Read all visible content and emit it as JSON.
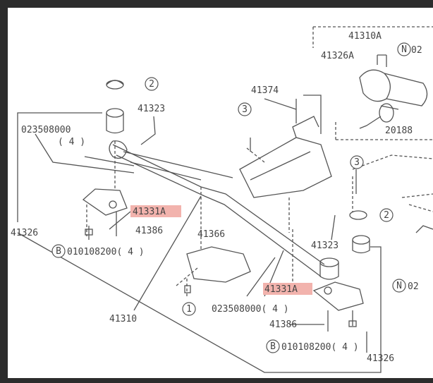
{
  "part_numbers": {
    "p41310A": "41310A",
    "p41326A": "41326A",
    "n02": "02",
    "p41374": "41374",
    "p20188": "20188",
    "p41323_top": "41323",
    "p023508000_top": "023508000",
    "qty4_top": "( 4 )",
    "p41331A_left": "41331A",
    "p41386_left": "41386",
    "bolt_left": "010108200( 4 )",
    "p41326_left": "41326",
    "p41366": "41366",
    "p41323_right": "41323",
    "p41331A_right": "41331A",
    "p41310": "41310",
    "p023508000_bot": "023508000( 4 )",
    "p41386_right": "41386",
    "bolt_right": "010108200( 4 )",
    "p41326_right": "41326",
    "n02_right": "02"
  },
  "markers": {
    "m2": "2",
    "m3": "3",
    "m1": "1",
    "mN": "N",
    "mB": "B"
  },
  "colors": {
    "line": "#555555",
    "highlight": "#f2b3ad",
    "border": "#2c2c2c"
  }
}
